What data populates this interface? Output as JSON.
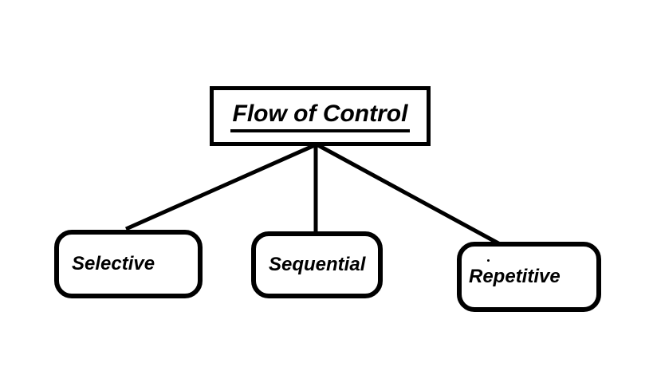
{
  "diagram": {
    "root": {
      "id": "flow-of-control",
      "label": "Flow of Control"
    },
    "nodes": [
      {
        "id": "selective",
        "label": "Selective"
      },
      {
        "id": "sequential",
        "label": "Sequential"
      },
      {
        "id": "repetitive",
        "label": "Repetitive"
      }
    ],
    "edges": [
      {
        "from": "flow-of-control",
        "to": "selective"
      },
      {
        "from": "flow-of-control",
        "to": "sequential"
      },
      {
        "from": "flow-of-control",
        "to": "repetitive"
      }
    ],
    "colors": {
      "stroke": "#000000",
      "text": "#000000",
      "background": "#ffffff"
    }
  }
}
